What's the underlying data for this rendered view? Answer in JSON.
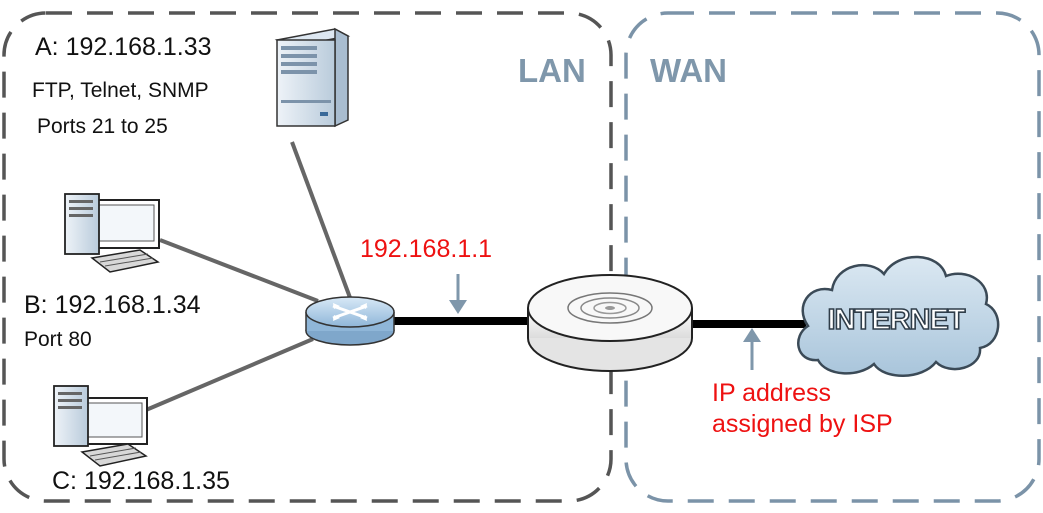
{
  "zones": {
    "lan": {
      "label": "LAN"
    },
    "wan": {
      "label": "WAN"
    }
  },
  "hosts": {
    "a": {
      "ip_label": "A: 192.168.1.33",
      "services": "FTP, Telnet, SNMP",
      "ports": "Ports 21 to 25"
    },
    "b": {
      "ip_label": "B: 192.168.1.34",
      "ports": "Port 80"
    },
    "c": {
      "ip_label": "C: 192.168.1.35"
    }
  },
  "gateway": {
    "lan_ip": "192.168.1.1"
  },
  "wan": {
    "ip_note_line1": "IP address",
    "ip_note_line2": "assigned by ISP"
  },
  "cloud": {
    "label": "INTERNET"
  },
  "colors": {
    "zone_border_lan": "#555555",
    "zone_border_wan": "#7b93a8",
    "zone_title": "#7f97ab",
    "ip_text": "#ee1111",
    "cable": "#000000",
    "link": "#666666",
    "arrow": "#7f97ab",
    "cloud_fill": "#bcd3e4",
    "router_fill": "#9cc0e0"
  }
}
